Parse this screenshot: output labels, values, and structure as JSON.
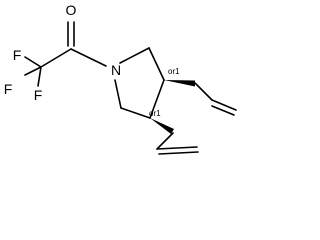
{
  "molecule": {
    "atoms": {
      "oxygen": "O",
      "nitrogen": "N",
      "fluorine_upper": "F",
      "fluorine_left": "F",
      "fluorine_lower": "F"
    },
    "stereo_labels": {
      "upper_center": "or1",
      "lower_center": "or1"
    }
  }
}
